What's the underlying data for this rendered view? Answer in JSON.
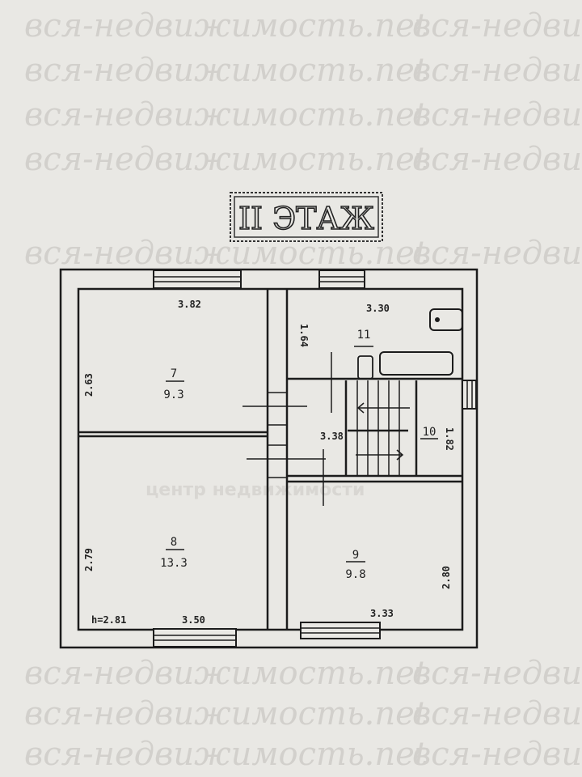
{
  "title": "II ЭТАЖ",
  "watermark": "вся-недвижимость.net",
  "watermark_center": "центр недвижимости",
  "ceiling_height": "h=2.81",
  "rooms": [
    {
      "number": "7",
      "area": "9.3"
    },
    {
      "number": "8",
      "area": "13.3"
    },
    {
      "number": "9",
      "area": "9.8"
    },
    {
      "number": "10"
    },
    {
      "number": "11"
    }
  ],
  "dimensions": {
    "room7_width": "3.82",
    "room7_depth": "2.63",
    "room8_width": "3.50",
    "room8_depth": "2.79",
    "room9_width": "3.33",
    "room9_depth": "2.80",
    "room11_width": "3.30",
    "room11_depth": "1.64",
    "room10_width": "3.38",
    "room10_depth": "1.82"
  }
}
